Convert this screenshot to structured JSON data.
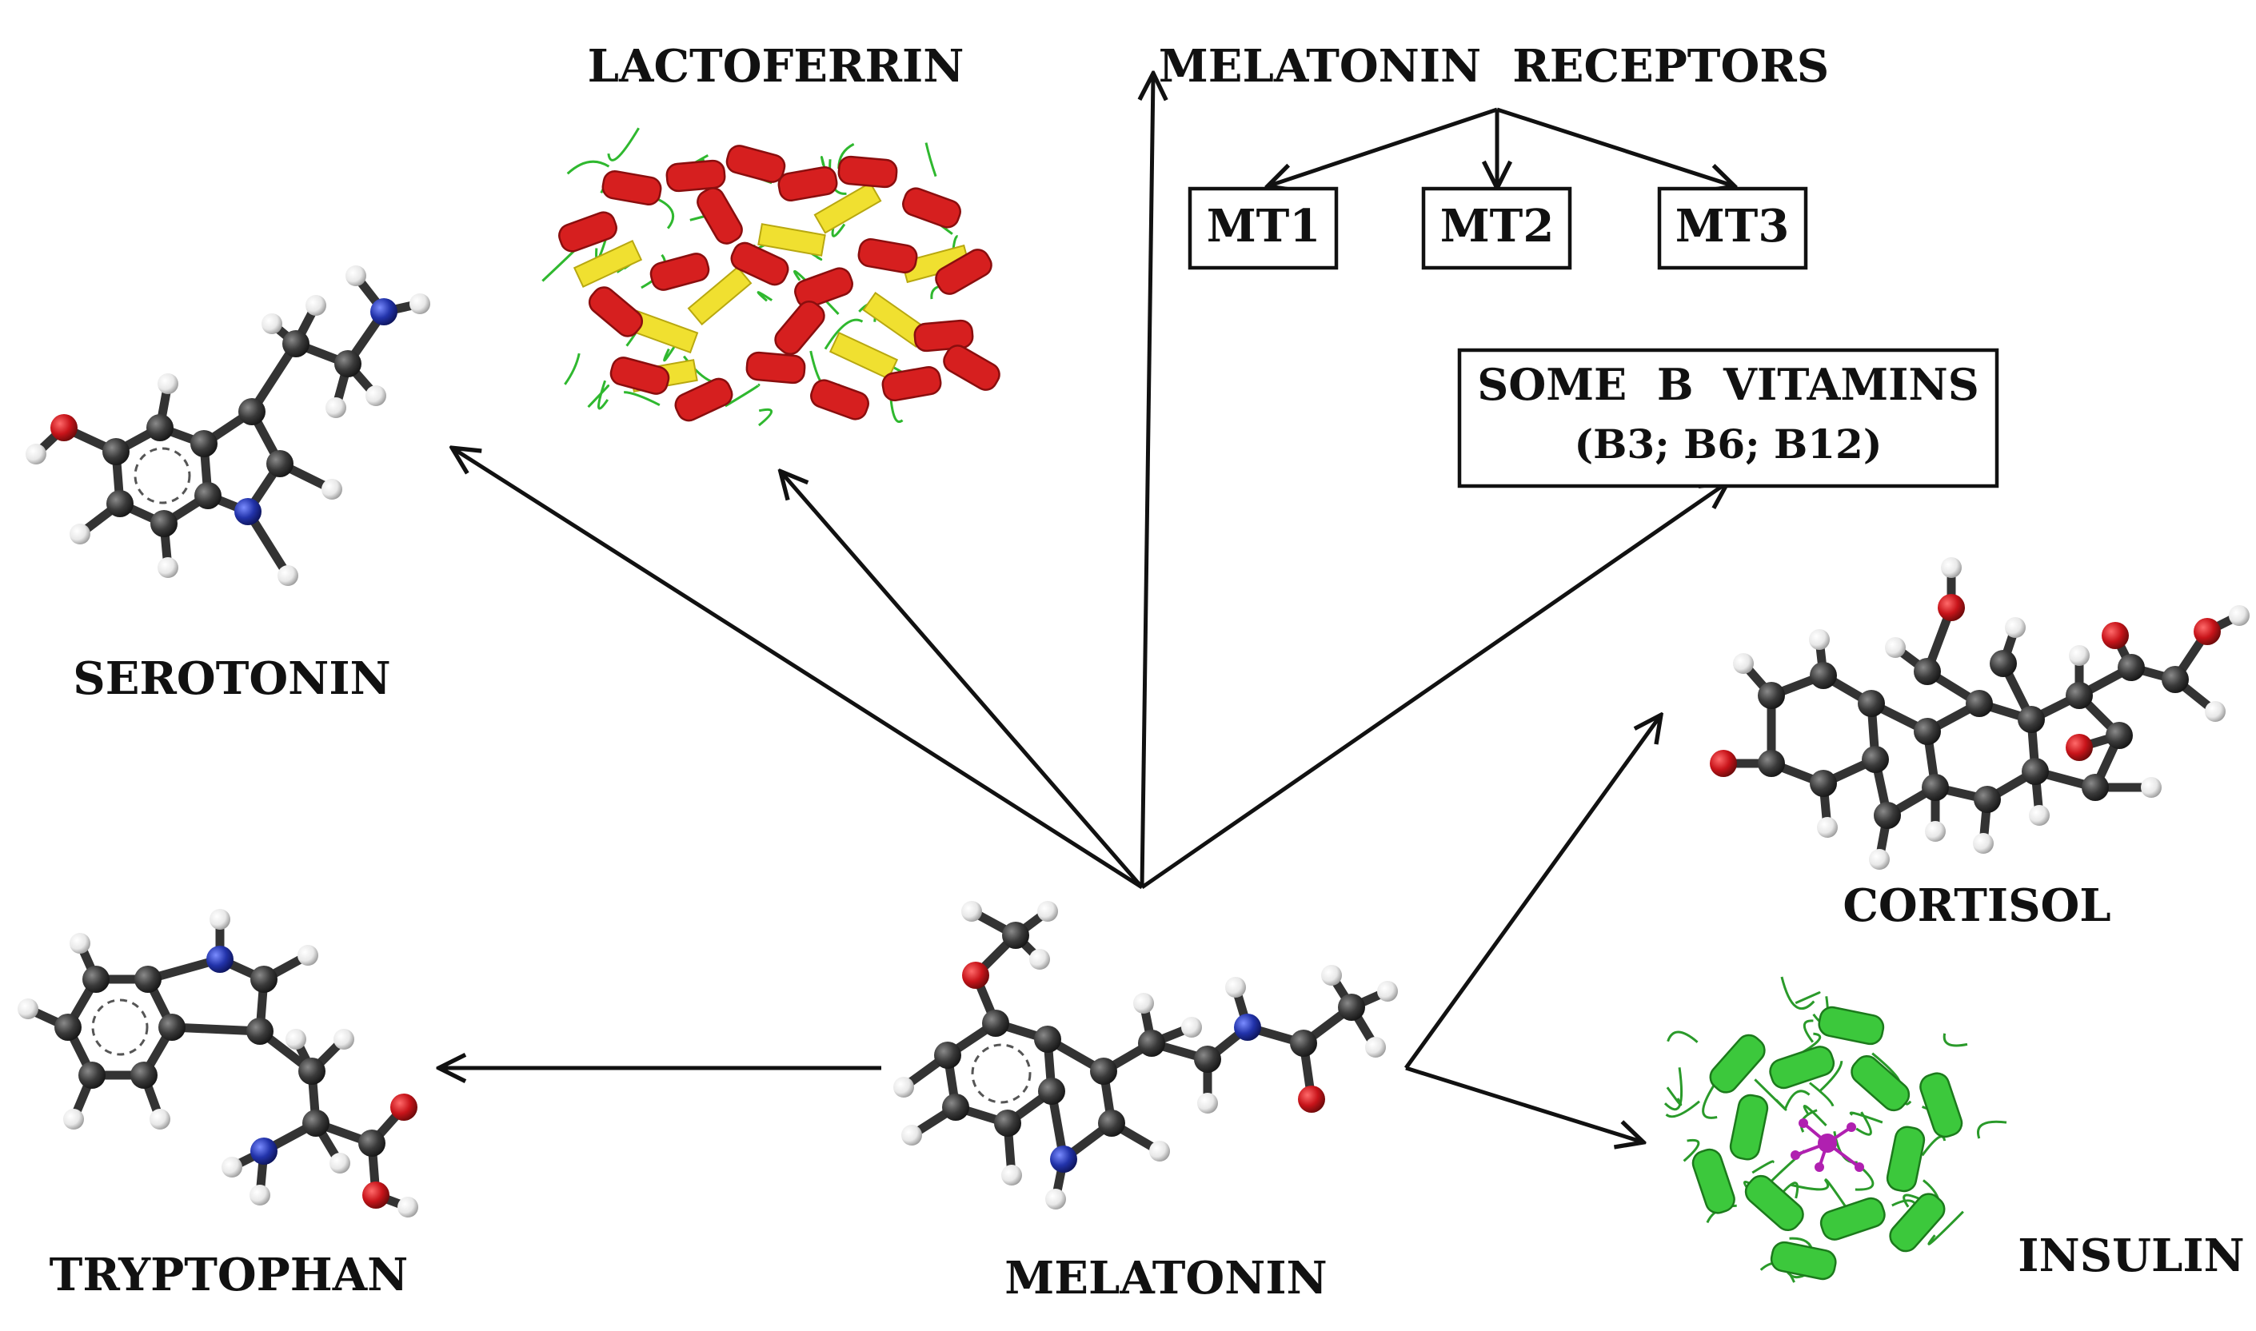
{
  "colors": {
    "ink": "#111111",
    "carbon": "#333333",
    "hydrogen": "#f2f2f2",
    "oxygen": "#c8141a",
    "nitrogen": "#2233aa",
    "helix_red": "#d61f1f",
    "strand_yellow": "#f0e030",
    "coil_green": "#2fb82f",
    "insulin_green": "#3cc83c",
    "zinc_magenta": "#b020b0"
  },
  "labels": {
    "lactoferrin": "LACTOFERRIN",
    "receptors": "MELATONIN  RECEPTORS",
    "mt1": "MT1",
    "mt2": "MT2",
    "mt3": "MT3",
    "vitamins_line1": "SOME  B  VITAMINS",
    "vitamins_line2": "(B3; B6; B12)",
    "serotonin": "SEROTONIN",
    "cortisol": "CORTISOL",
    "tryptophan": "TRYPTOPHAN",
    "melatonin": "MELATONIN",
    "insulin": "INSULIN"
  },
  "images": {
    "serotonin": "serotonin-ball-and-stick-model",
    "lactoferrin": "lactoferrin-ribbon-structure",
    "cortisol": "cortisol-ball-and-stick-model",
    "tryptophan": "tryptophan-ball-and-stick-model",
    "melatonin": "melatonin-ball-and-stick-model",
    "insulin": "insulin-hexamer-ribbon-structure"
  }
}
